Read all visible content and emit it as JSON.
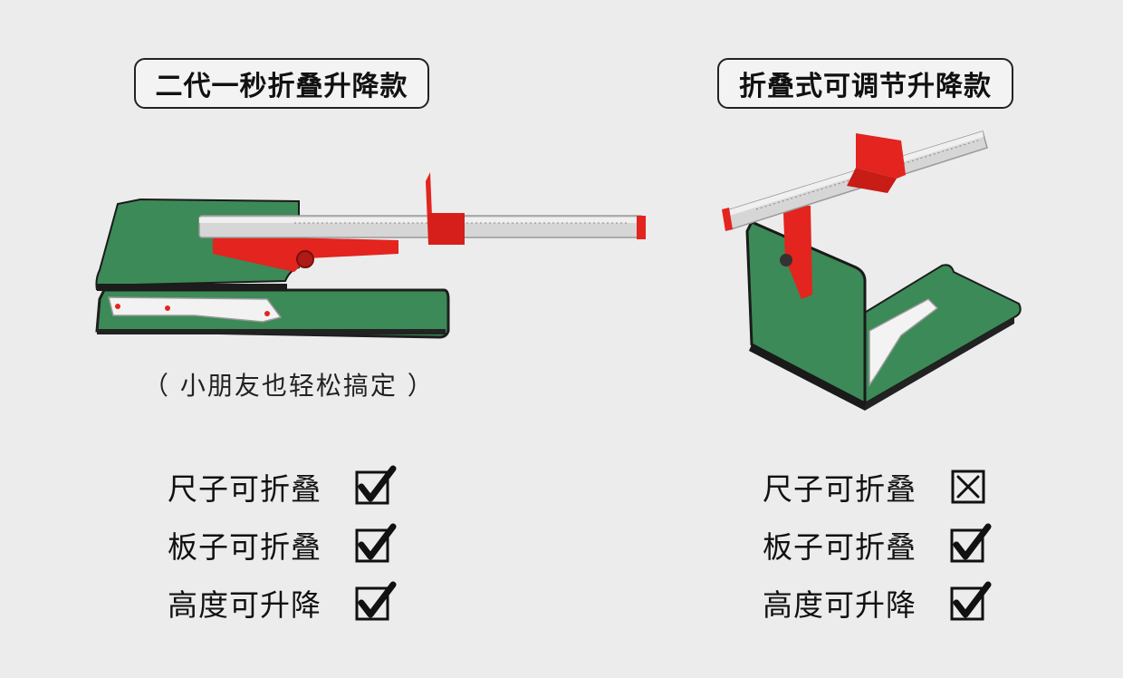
{
  "left_panel": {
    "title": "二代一秒折叠升降款",
    "subtitle": "（ 小朋友也轻松搞定 ）",
    "features": [
      {
        "label": "尺子可折叠",
        "status": "check"
      },
      {
        "label": "板子可折叠",
        "status": "check"
      },
      {
        "label": "高度可升降",
        "status": "check"
      }
    ]
  },
  "right_panel": {
    "title": "折叠式可调节升降款",
    "features": [
      {
        "label": "尺子可折叠",
        "status": "cross"
      },
      {
        "label": "板子可折叠",
        "status": "check"
      },
      {
        "label": "高度可升降",
        "status": "check"
      }
    ]
  },
  "colors": {
    "board_green": "#3c8a57",
    "accent_red": "#e3241f",
    "rail_silver": "#d6d6d6",
    "background": "#ececec"
  },
  "icons": {
    "check": "checkbox-check-icon",
    "cross": "checkbox-cross-icon"
  }
}
